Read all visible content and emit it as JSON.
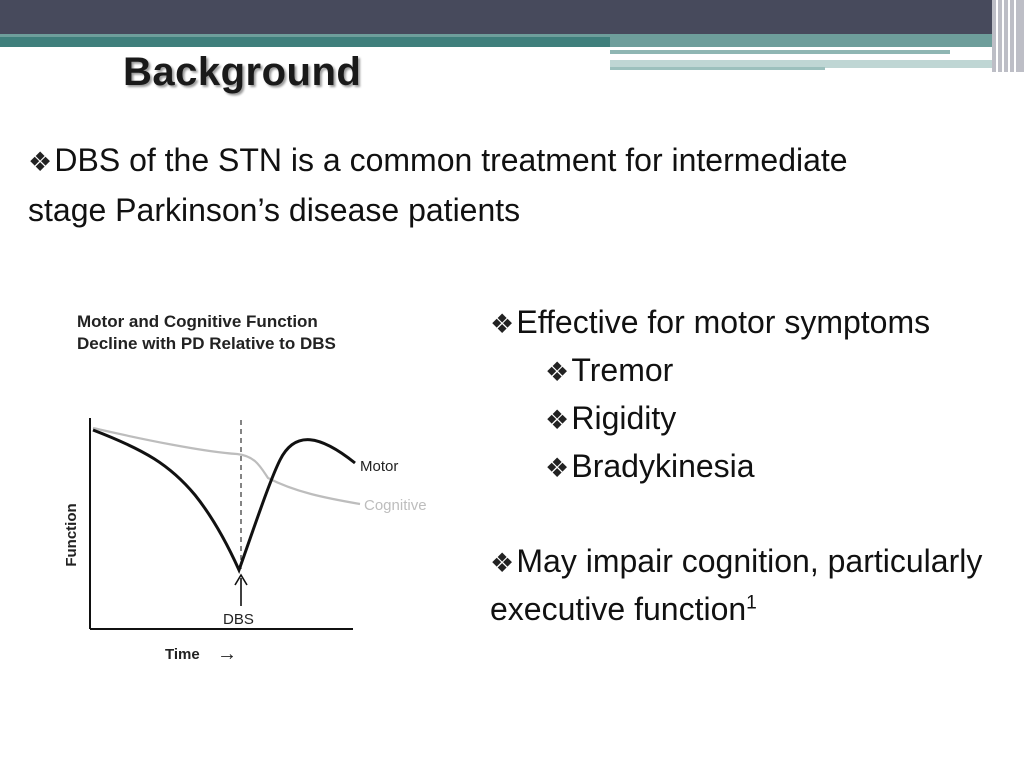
{
  "slide": {
    "title": "Background",
    "intro_bullet": "DBS of the STN is a common treatment for intermediate stage Parkinson’s disease patients",
    "bullet_glyph": "❖",
    "right_bullets": {
      "motor": "Effective for motor symptoms",
      "sub_items": [
        "Tremor",
        "Rigidity",
        "Bradykinesia"
      ],
      "cognition": "May impair cognition, particularly executive function",
      "cognition_superscript": "1"
    }
  },
  "chart_data": {
    "type": "line",
    "title_lines": [
      "Motor and Cognitive Function",
      "Decline with PD Relative to DBS"
    ],
    "xlabel": "Time",
    "xlabel_arrow": "→",
    "ylabel": "Function",
    "annotation": "DBS",
    "series": [
      {
        "name": "Motor",
        "color": "#111111"
      },
      {
        "name": "Cognitive",
        "color": "#bdbdbd"
      }
    ]
  },
  "colors": {
    "top_bar": "#474a5c",
    "teal_band": "#6e9e9b",
    "teal_dark": "#3f7f7c"
  }
}
